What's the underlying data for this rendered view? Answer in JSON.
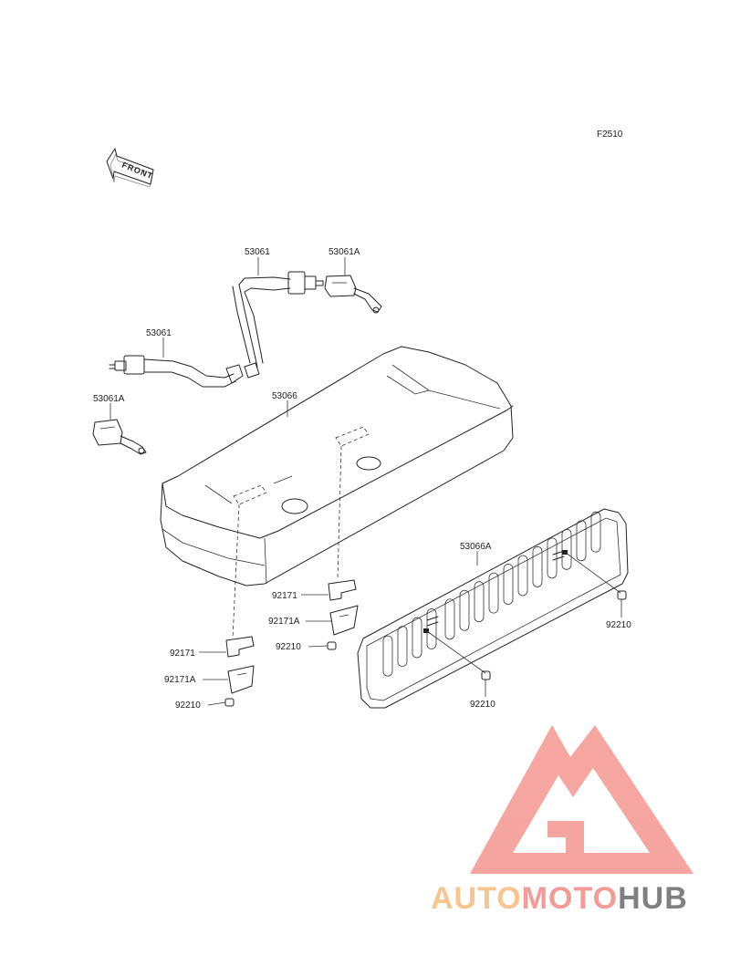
{
  "figure_code": "F2510",
  "front_arrow_text": "FRONT",
  "parts": {
    "belt_top": "53061",
    "buckle_top": "53061A",
    "belt_left": "53061",
    "buckle_left": "53061A",
    "seat_base": "53066",
    "seat_back": "53066A",
    "bracket_left": "92171",
    "bracket_left_a": "92171A",
    "nut_left": "92210",
    "bracket_mid": "92171",
    "bracket_mid_a": "92171A",
    "nut_mid": "92210",
    "nut_back_right": "92210",
    "nut_back_bottom": "92210"
  },
  "watermark": {
    "part1": "AUTO",
    "part2": "MOTO",
    "part3": "HUB",
    "color1": "#f7c58f",
    "color2": "#f29b97",
    "color3": "#7f7f7f",
    "logo_color": "#f4a19b"
  }
}
